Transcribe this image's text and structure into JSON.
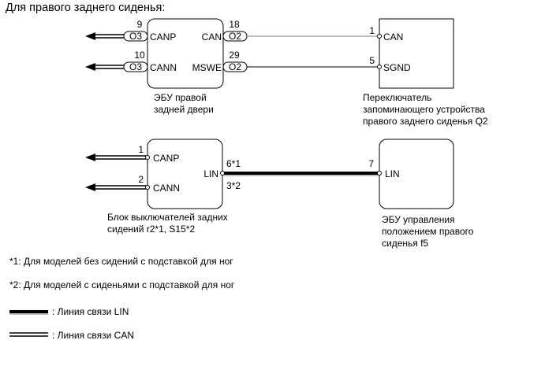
{
  "title": "Для правого заднего сиденья:",
  "components": {
    "door_ecu": {
      "name_lines": [
        "ЭБУ правой",
        "задней двери"
      ],
      "left_pins": [
        {
          "number": "9",
          "name": "CANP",
          "connector": "O3"
        },
        {
          "number": "10",
          "name": "CANN",
          "connector": "O3"
        }
      ],
      "right_pins": [
        {
          "number": "18",
          "name": "CAN",
          "connector": "O2"
        },
        {
          "number": "29",
          "name": "MSWE",
          "connector": "O2"
        }
      ]
    },
    "memory_switch": {
      "name_lines": [
        "Переключатель",
        "запоминающего устройства",
        "правого заднего сиденья Q2"
      ],
      "pins": [
        {
          "number": "1",
          "name": "CAN"
        },
        {
          "number": "5",
          "name": "SGND"
        }
      ]
    },
    "switch_block": {
      "name_lines": [
        "Блок выключателей задних",
        "сидений r2*1, S15*2"
      ],
      "left_pins": [
        {
          "number": "1",
          "name": "CANP"
        },
        {
          "number": "2",
          "name": "CANN"
        }
      ],
      "right_pin": {
        "name": "LIN",
        "number_a": "6*1",
        "number_b": "3*2"
      }
    },
    "seat_ecu": {
      "name_lines": [
        "ЭБУ управления",
        "положением правого",
        "сиденья f5"
      ],
      "pins": [
        {
          "number": "7",
          "name": "LIN"
        }
      ]
    }
  },
  "notes": [
    "*1: Для моделей без сидений с подставкой для ног",
    "*2: Для моделей с сиденьями с подставкой для ног"
  ],
  "legend": [
    {
      "style": "lin",
      "label": ": Линия связи LIN"
    },
    {
      "style": "can",
      "label": ": Линия связи CAN"
    }
  ],
  "colors": {
    "line": "#000000",
    "can_signal_wire": "#808080",
    "background": "#ffffff"
  }
}
